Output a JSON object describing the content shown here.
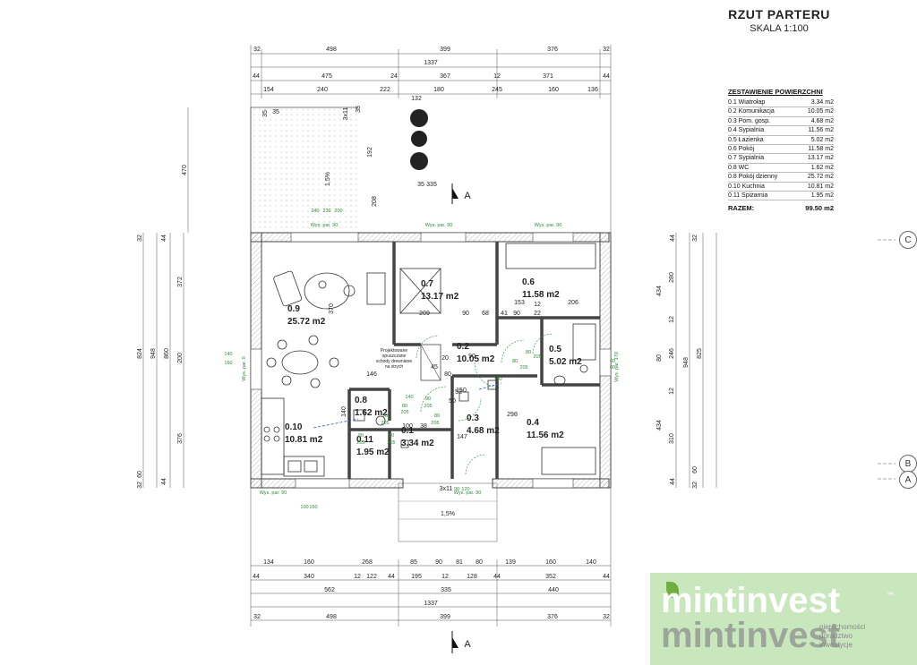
{
  "title": "RZUT PARTERU",
  "scale": "SKALA 1:100",
  "summary": {
    "header": "ZESTAWIENIE POWIERZCHNI",
    "rows": [
      {
        "name": "0.1 Wiatrołap",
        "area": "3.34 m2"
      },
      {
        "name": "0.2 Komunikacja",
        "area": "10.05 m2"
      },
      {
        "name": "0.3 Pom. gosp.",
        "area": "4.68 m2"
      },
      {
        "name": "0.4 Sypialnia",
        "area": "11.56 m2"
      },
      {
        "name": "0.5 Łazienka",
        "area": "5.02 m2"
      },
      {
        "name": "0.6 Pokój",
        "area": "11.58 m2"
      },
      {
        "name": "0.7 Sypialnia",
        "area": "13.17 m2"
      },
      {
        "name": "0.8 WC",
        "area": "1.62 m2"
      },
      {
        "name": "0.8 Pokój dzienny",
        "area": "25.72 m2"
      },
      {
        "name": "0.10 Kuchnia",
        "area": "10.81 m2"
      },
      {
        "name": "0.11 Spiżarnia",
        "area": "1.95 m2"
      }
    ],
    "total_label": "RAZEM:",
    "total_value": "99.50 m2"
  },
  "rooms": [
    {
      "id": "0.9",
      "area": "25.72 m2"
    },
    {
      "id": "0.7",
      "area": "13.17 m2"
    },
    {
      "id": "0.6",
      "area": "11.58 m2"
    },
    {
      "id": "0.2",
      "area": "10.05 m2"
    },
    {
      "id": "0.5",
      "area": "5.02 m2"
    },
    {
      "id": "0.8",
      "area": "1.62 m2"
    },
    {
      "id": "0.10",
      "area": "10.81 m2"
    },
    {
      "id": "0.11",
      "area": "1.95 m2"
    },
    {
      "id": "0.1",
      "area": "3.34 m2"
    },
    {
      "id": "0.3",
      "area": "4.68 m2"
    },
    {
      "id": "0.4",
      "area": "11.56 m2"
    }
  ],
  "stairs_note": [
    "Projektowane",
    "opuszczane",
    "schody drewniane",
    "na strych"
  ],
  "dims_top": {
    "row1": [
      "32",
      "498",
      "399",
      "376",
      "32"
    ],
    "row2": [
      "1337"
    ],
    "row3": [
      "44",
      "475",
      "24",
      "367",
      "12",
      "371",
      "44"
    ],
    "row4": [
      "154",
      "240",
      "222",
      "180",
      "245",
      "160",
      "136"
    ],
    "row5": [
      "132"
    ]
  },
  "dims_bottom": {
    "row1": [
      "134",
      "160",
      "268",
      "85",
      "90",
      "81",
      "80",
      "139",
      "160",
      "140"
    ],
    "row2": [
      "44",
      "340",
      "12",
      "122",
      "44",
      "195",
      "12",
      "128",
      "44",
      "352",
      "44"
    ],
    "row3": [
      "562",
      "335",
      "440"
    ],
    "row4": [
      "1337"
    ],
    "row5": [
      "32",
      "498",
      "399",
      "376",
      "32"
    ]
  },
  "dims_left": [
    "32",
    "44",
    "824",
    "948",
    "860",
    "372",
    "200",
    "376",
    "60",
    "32",
    "44",
    "470"
  ],
  "dims_right": [
    "44",
    "32",
    "434",
    "280",
    "12",
    "80",
    "948",
    "825",
    "246",
    "434",
    "310",
    "12",
    "60",
    "32",
    "44"
  ],
  "interior_dims": [
    "209",
    "90",
    "68",
    "41",
    "90",
    "22",
    "153",
    "12",
    "206",
    "146",
    "20",
    "45",
    "80",
    "52",
    "150",
    "90",
    "50",
    "298",
    "100",
    "38",
    "147",
    "140",
    "370",
    "192",
    "208",
    "3x11",
    "35",
    "35",
    "35",
    "35",
    "335",
    "1,5%",
    "1,5%",
    "3x11"
  ],
  "window_labels": [
    "Wys. par. 90",
    "Wys. par. 90",
    "Wys. par. 90",
    "Wys. par. 0",
    "Wys. par. 90",
    "Wys. par. 90",
    "Wys. par. 170"
  ],
  "green_dims": [
    "240",
    "230",
    "200",
    "140",
    "160",
    "100",
    "160",
    "140",
    "90",
    "205",
    "80",
    "205",
    "90",
    "205",
    "80",
    "205",
    "90",
    "205",
    "80",
    "205",
    "180",
    "60",
    "80",
    "80",
    "205",
    "80",
    "205",
    "90",
    "120"
  ],
  "axis_labels": [
    "C",
    "B",
    "A"
  ],
  "section_marks": [
    "A",
    "A"
  ],
  "logo": {
    "name": "mintinvest",
    "tm": "™",
    "tagline": [
      "nieruchomości",
      "doradztwo",
      "inwestycje"
    ]
  },
  "colors": {
    "walls": "#444444",
    "lines": "#333333",
    "green": "#2e8b3a",
    "blue": "#2a5fc9",
    "logo_bg": "#bfe3b2",
    "leaf": "#6fae3f"
  }
}
